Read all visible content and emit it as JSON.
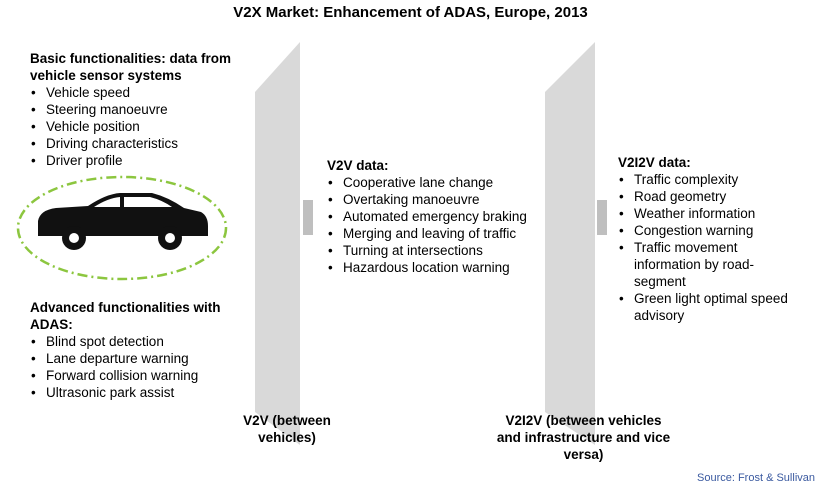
{
  "title": "V2X Market: Enhancement of ADAS, Europe, 2013",
  "basic": {
    "heading": "Basic functionalities: data from vehicle sensor systems",
    "items": [
      "Vehicle speed",
      "Steering manoeuvre",
      "Vehicle position",
      "Driving characteristics",
      "Driver profile"
    ]
  },
  "advanced": {
    "heading": "Advanced functionalities with ADAS:",
    "items": [
      "Blind spot detection",
      "Lane departure warning",
      "Forward collision warning",
      "Ultrasonic park assist"
    ]
  },
  "v2v": {
    "heading": "V2V data:",
    "items": [
      "Cooperative lane change",
      "Overtaking manoeuvre",
      "Automated emergency braking",
      "Merging and leaving of traffic",
      "Turning at intersections",
      "Hazardous location warning"
    ],
    "caption": "V2V (between vehicles)"
  },
  "v2i2v": {
    "heading": "V2I2V data:",
    "items": [
      "Traffic complexity",
      "Road geometry",
      "Weather information",
      "Congestion warning",
      "Traffic movement information by road-segment",
      "Green light optimal speed advisory"
    ],
    "caption": "V2I2V (between vehicles and infrastructure and vice versa)"
  },
  "source": "Source: Frost & Sullivan",
  "colors": {
    "panel": "#d9d9d9",
    "connector": "#bfbfbf",
    "ellipse": "#8cc63f",
    "car": "#111111",
    "source": "#3b5aa0"
  }
}
